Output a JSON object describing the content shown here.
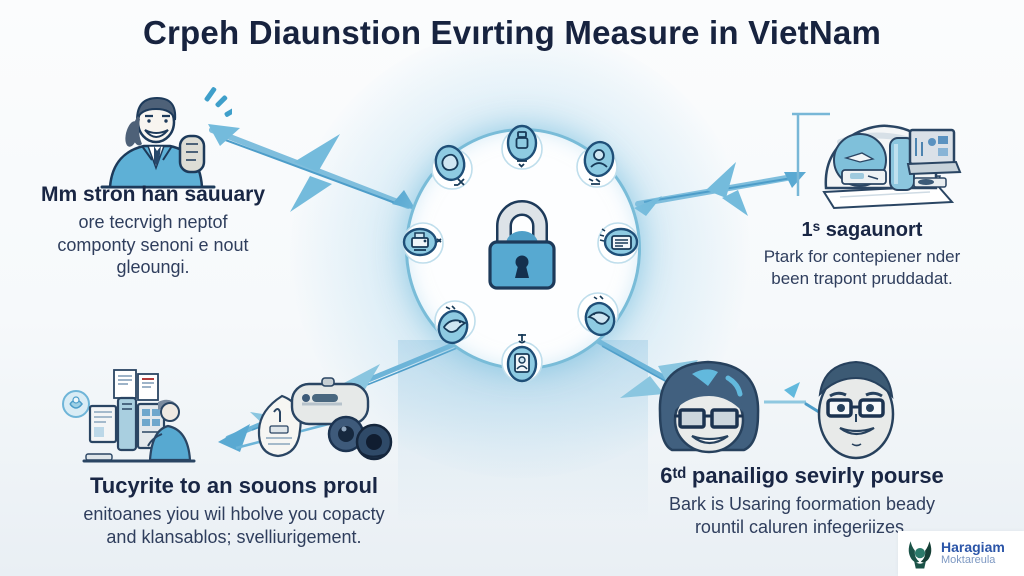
{
  "title": "Crpeh Diaunstion Evırting Measure in VietNam",
  "sections": {
    "top_left": {
      "heading": "Mm stron han sauuary",
      "lines": [
        "ore tecrvigh neptof",
        "componty senoni e nout",
        "gleoungi."
      ]
    },
    "top_right": {
      "heading": "1ˢ sagaunort",
      "lines": [
        "Ptark for contepiener nder",
        "been trapont pruddadat."
      ]
    },
    "bottom_left": {
      "heading": "Tucyrite to an souons proul",
      "lines": [
        "enitoanes yiou wil hbolve you copacty",
        "and klansablos; svelliurigement."
      ]
    },
    "bottom_right": {
      "heading": "6ᵗᵈ panailigo sevirly pourse",
      "lines": [
        "Bark is Usaring foormation beady",
        "rountil caluren infegeriizes."
      ]
    }
  },
  "hub": {
    "center_icon": "padlock",
    "badge_icons": [
      "jar",
      "hand",
      "person",
      "printer",
      "id-card",
      "bird",
      "bird",
      "user"
    ]
  },
  "logo": {
    "name": "Haragiam",
    "subtitle": "Moktareula"
  },
  "colors": {
    "navy": "#17233f",
    "accent_blue": "#57a9d1",
    "light_blue": "#8ecbe2",
    "arrow_blue": "#6cb4d8",
    "logo_teal": "#1b5348"
  }
}
